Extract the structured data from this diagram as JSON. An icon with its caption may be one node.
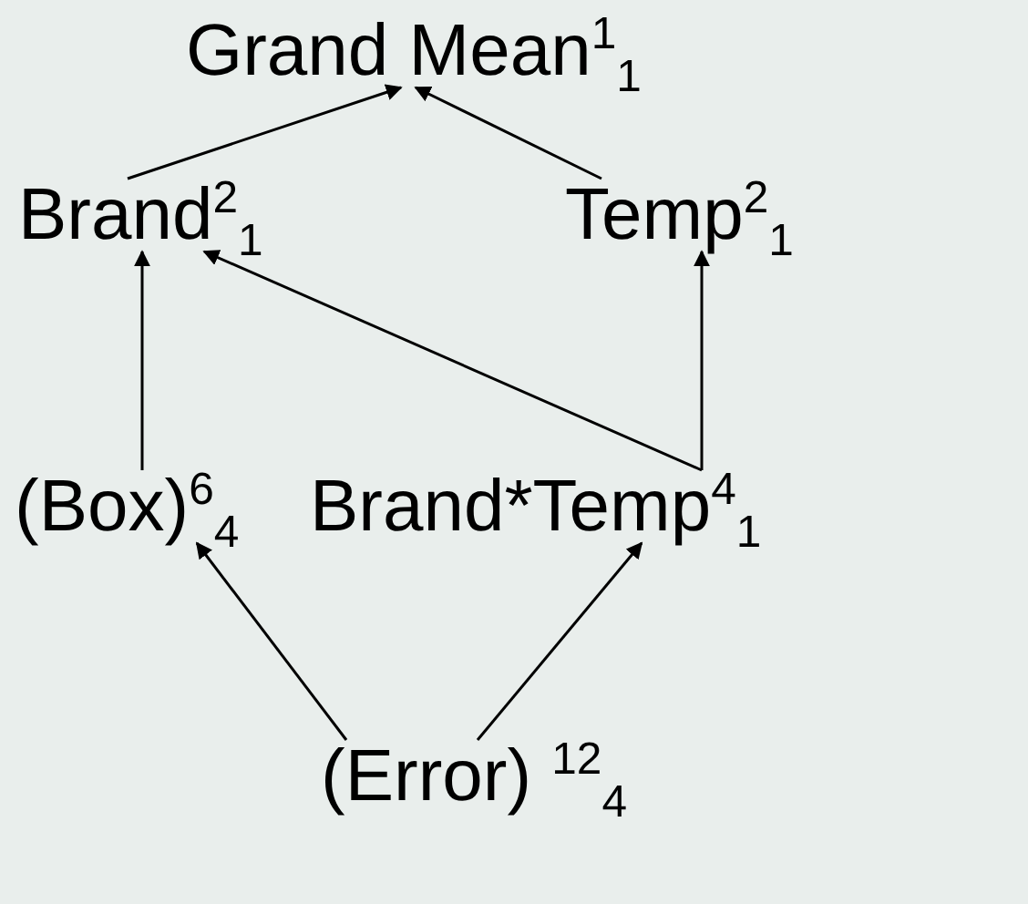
{
  "diagram": {
    "nodes": [
      {
        "text": [
          "Grand Mean$^{1}$$_{1}$"
        ]
      },
      {
        "text": [
          "Brand$^{2}$$_{1}$"
        ]
      },
      {
        "text": [
          "Temp$^{2}$$_{1}$"
        ]
      },
      {
        "text": [
          "(Box)$^{6}$$_{4}$"
        ]
      },
      {
        "text": [
          "Brand*Temp$^{4}$$_{1}$"
        ]
      },
      {
        "text": [
          "(Error) $^{12}$$_{4}$"
        ]
      }
    ],
    "edges": [
      {
        "from": 1,
        "to": 0,
        "arrow": "to"
      },
      {
        "from": 2,
        "to": 0,
        "arrow": "to"
      },
      {
        "from": 3,
        "to": 1,
        "arrow": "to"
      },
      {
        "from": 4,
        "to": 1,
        "arrow": "to"
      },
      {
        "from": 4,
        "to": 2,
        "arrow": "to"
      },
      {
        "from": 5,
        "to": 3,
        "arrow": "to"
      },
      {
        "from": 5,
        "to": 4,
        "arrow": "to"
      }
    ]
  }
}
